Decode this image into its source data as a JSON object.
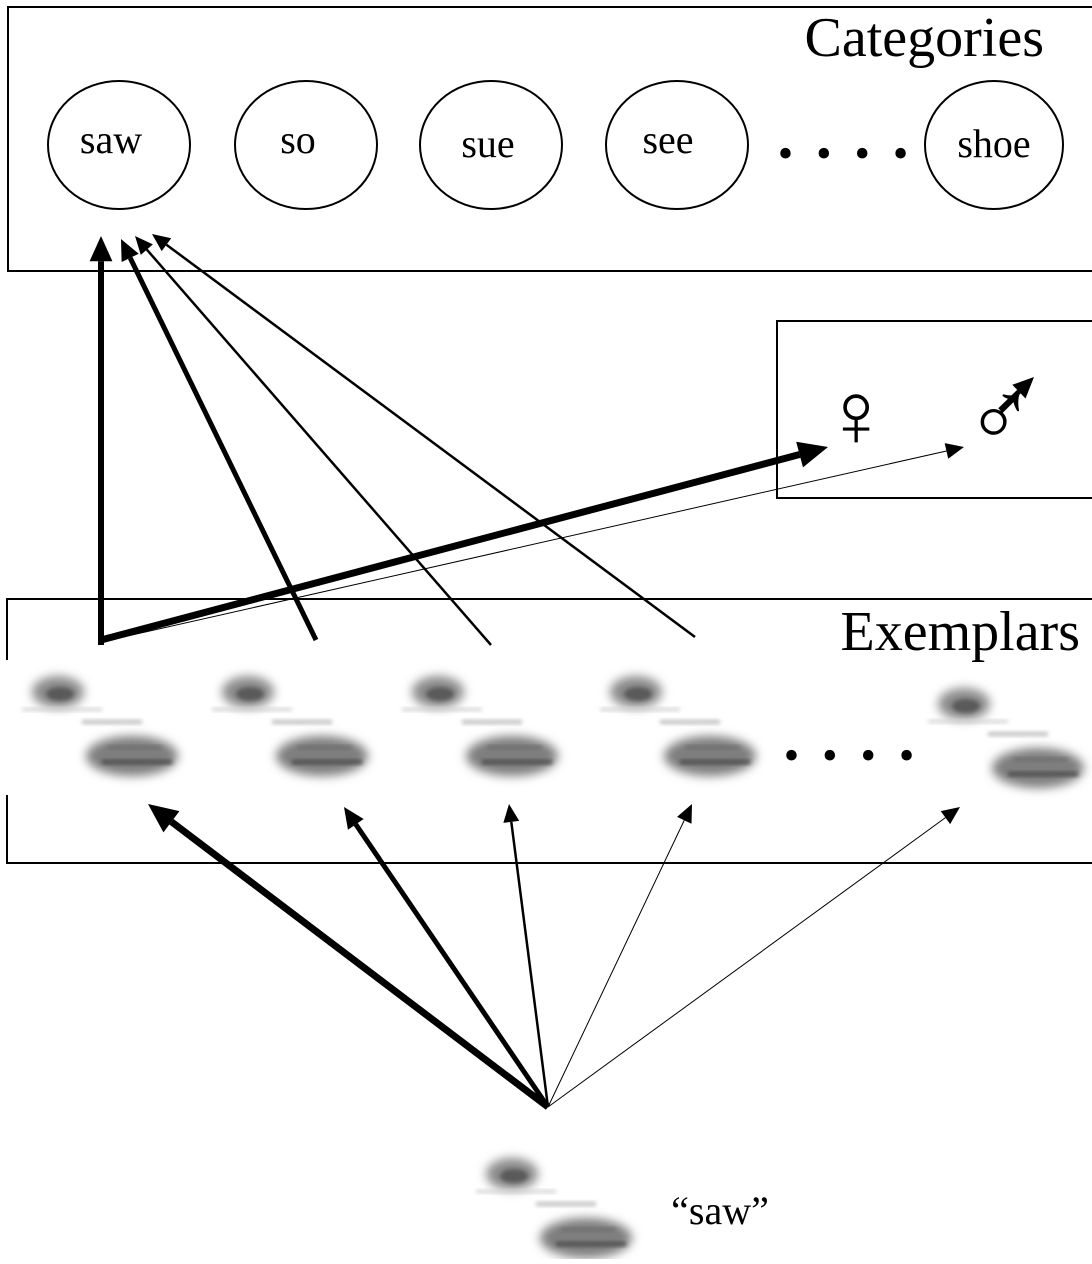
{
  "categories_box": {
    "title": "Categories",
    "items": [
      "saw",
      "so",
      "sue",
      "see",
      "shoe"
    ],
    "ellipsis": "• • • •"
  },
  "gender_box": {
    "female_symbol": "♀",
    "male_symbol": "♂"
  },
  "exemplars_box": {
    "title": "Exemplars",
    "ellipsis": "• • • •"
  },
  "input": {
    "label": "“saw”"
  },
  "colors": {
    "line": "#000000",
    "background": "#ffffff",
    "spectrogram_dark": "#6e6e6e",
    "spectrogram_light": "#d2d2d2"
  }
}
